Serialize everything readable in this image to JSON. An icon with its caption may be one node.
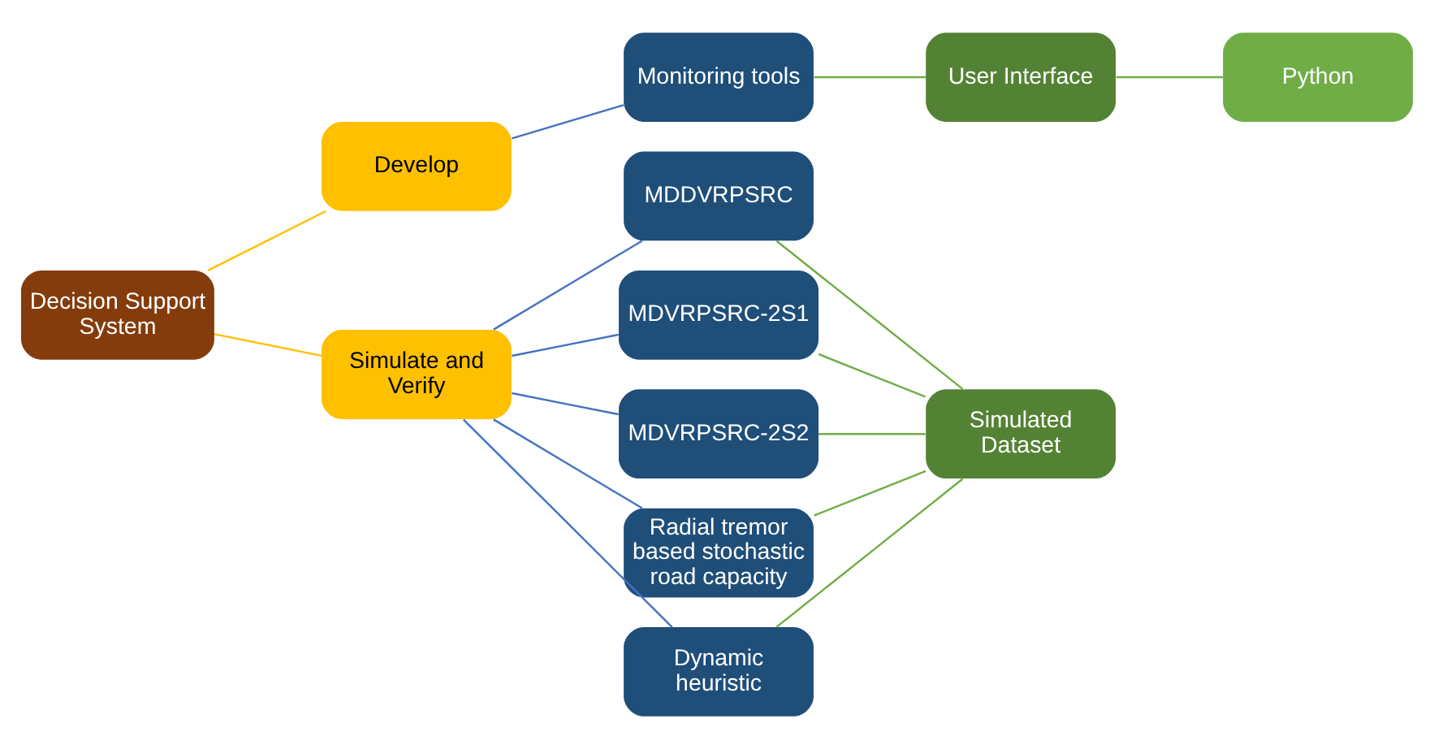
{
  "diagram": {
    "nodes": [
      {
        "text": [
          "Decision Support System"
        ]
      },
      {
        "text": [
          "Develop"
        ]
      },
      {
        "text": [
          "Simulate and Verify"
        ]
      },
      {
        "text": [
          "Monitoring tools"
        ]
      },
      {
        "text": [
          "User Interface"
        ]
      },
      {
        "text": [
          "Python"
        ]
      },
      {
        "text": [
          "MDDVRPSRC"
        ]
      },
      {
        "text": [
          "MDVRPSRC-2S1"
        ]
      },
      {
        "text": [
          "MDVRPSRC-2S2"
        ]
      },
      {
        "text": [
          "Radial tremor based stochastic road capacity"
        ]
      },
      {
        "text": [
          "Dynamic heuristic"
        ]
      },
      {
        "text": [
          "Simulated Dataset"
        ]
      }
    ],
    "edges": [
      {
        "from": 0,
        "to": 1,
        "arrow": "none",
        "color": "#ffc000"
      },
      {
        "from": 0,
        "to": 2,
        "arrow": "none",
        "color": "#ffc000"
      },
      {
        "from": 1,
        "to": 3,
        "arrow": "none",
        "color": "#4472c4"
      },
      {
        "from": 3,
        "to": 4,
        "arrow": "none"
      },
      {
        "from": 4,
        "to": 5,
        "arrow": "none"
      },
      {
        "from": 2,
        "to": 6,
        "arrow": "none",
        "color": "#4472c4"
      },
      {
        "from": 2,
        "to": 7,
        "arrow": "none",
        "color": "#4472c4"
      },
      {
        "from": 2,
        "to": 8,
        "arrow": "none",
        "color": "#4472c4"
      },
      {
        "from": 2,
        "to": 9,
        "arrow": "none",
        "color": "#4472c4"
      },
      {
        "from": 2,
        "to": 10,
        "arrow": "none",
        "color": "#4472c4"
      },
      {
        "from": 6,
        "to": 11,
        "arrow": "none"
      },
      {
        "from": 7,
        "to": 11,
        "arrow": "none"
      },
      {
        "from": 8,
        "to": 11,
        "arrow": "none"
      },
      {
        "from": 9,
        "to": 11,
        "arrow": "none"
      },
      {
        "from": 10,
        "to": 11,
        "arrow": "none"
      }
    ]
  }
}
